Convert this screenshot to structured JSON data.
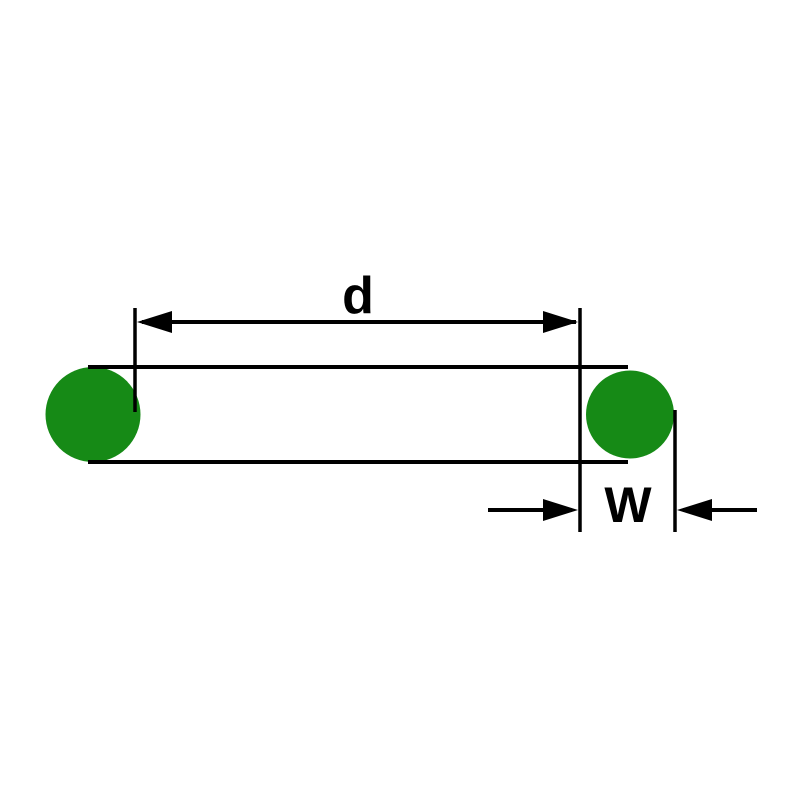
{
  "diagram": {
    "type": "o-ring-dimension-diagram",
    "labels": {
      "inner_diameter": "d",
      "cross_section_width": "W"
    },
    "colors": {
      "ring": "#168a16",
      "line": "#000000",
      "background": "#ffffff"
    }
  }
}
